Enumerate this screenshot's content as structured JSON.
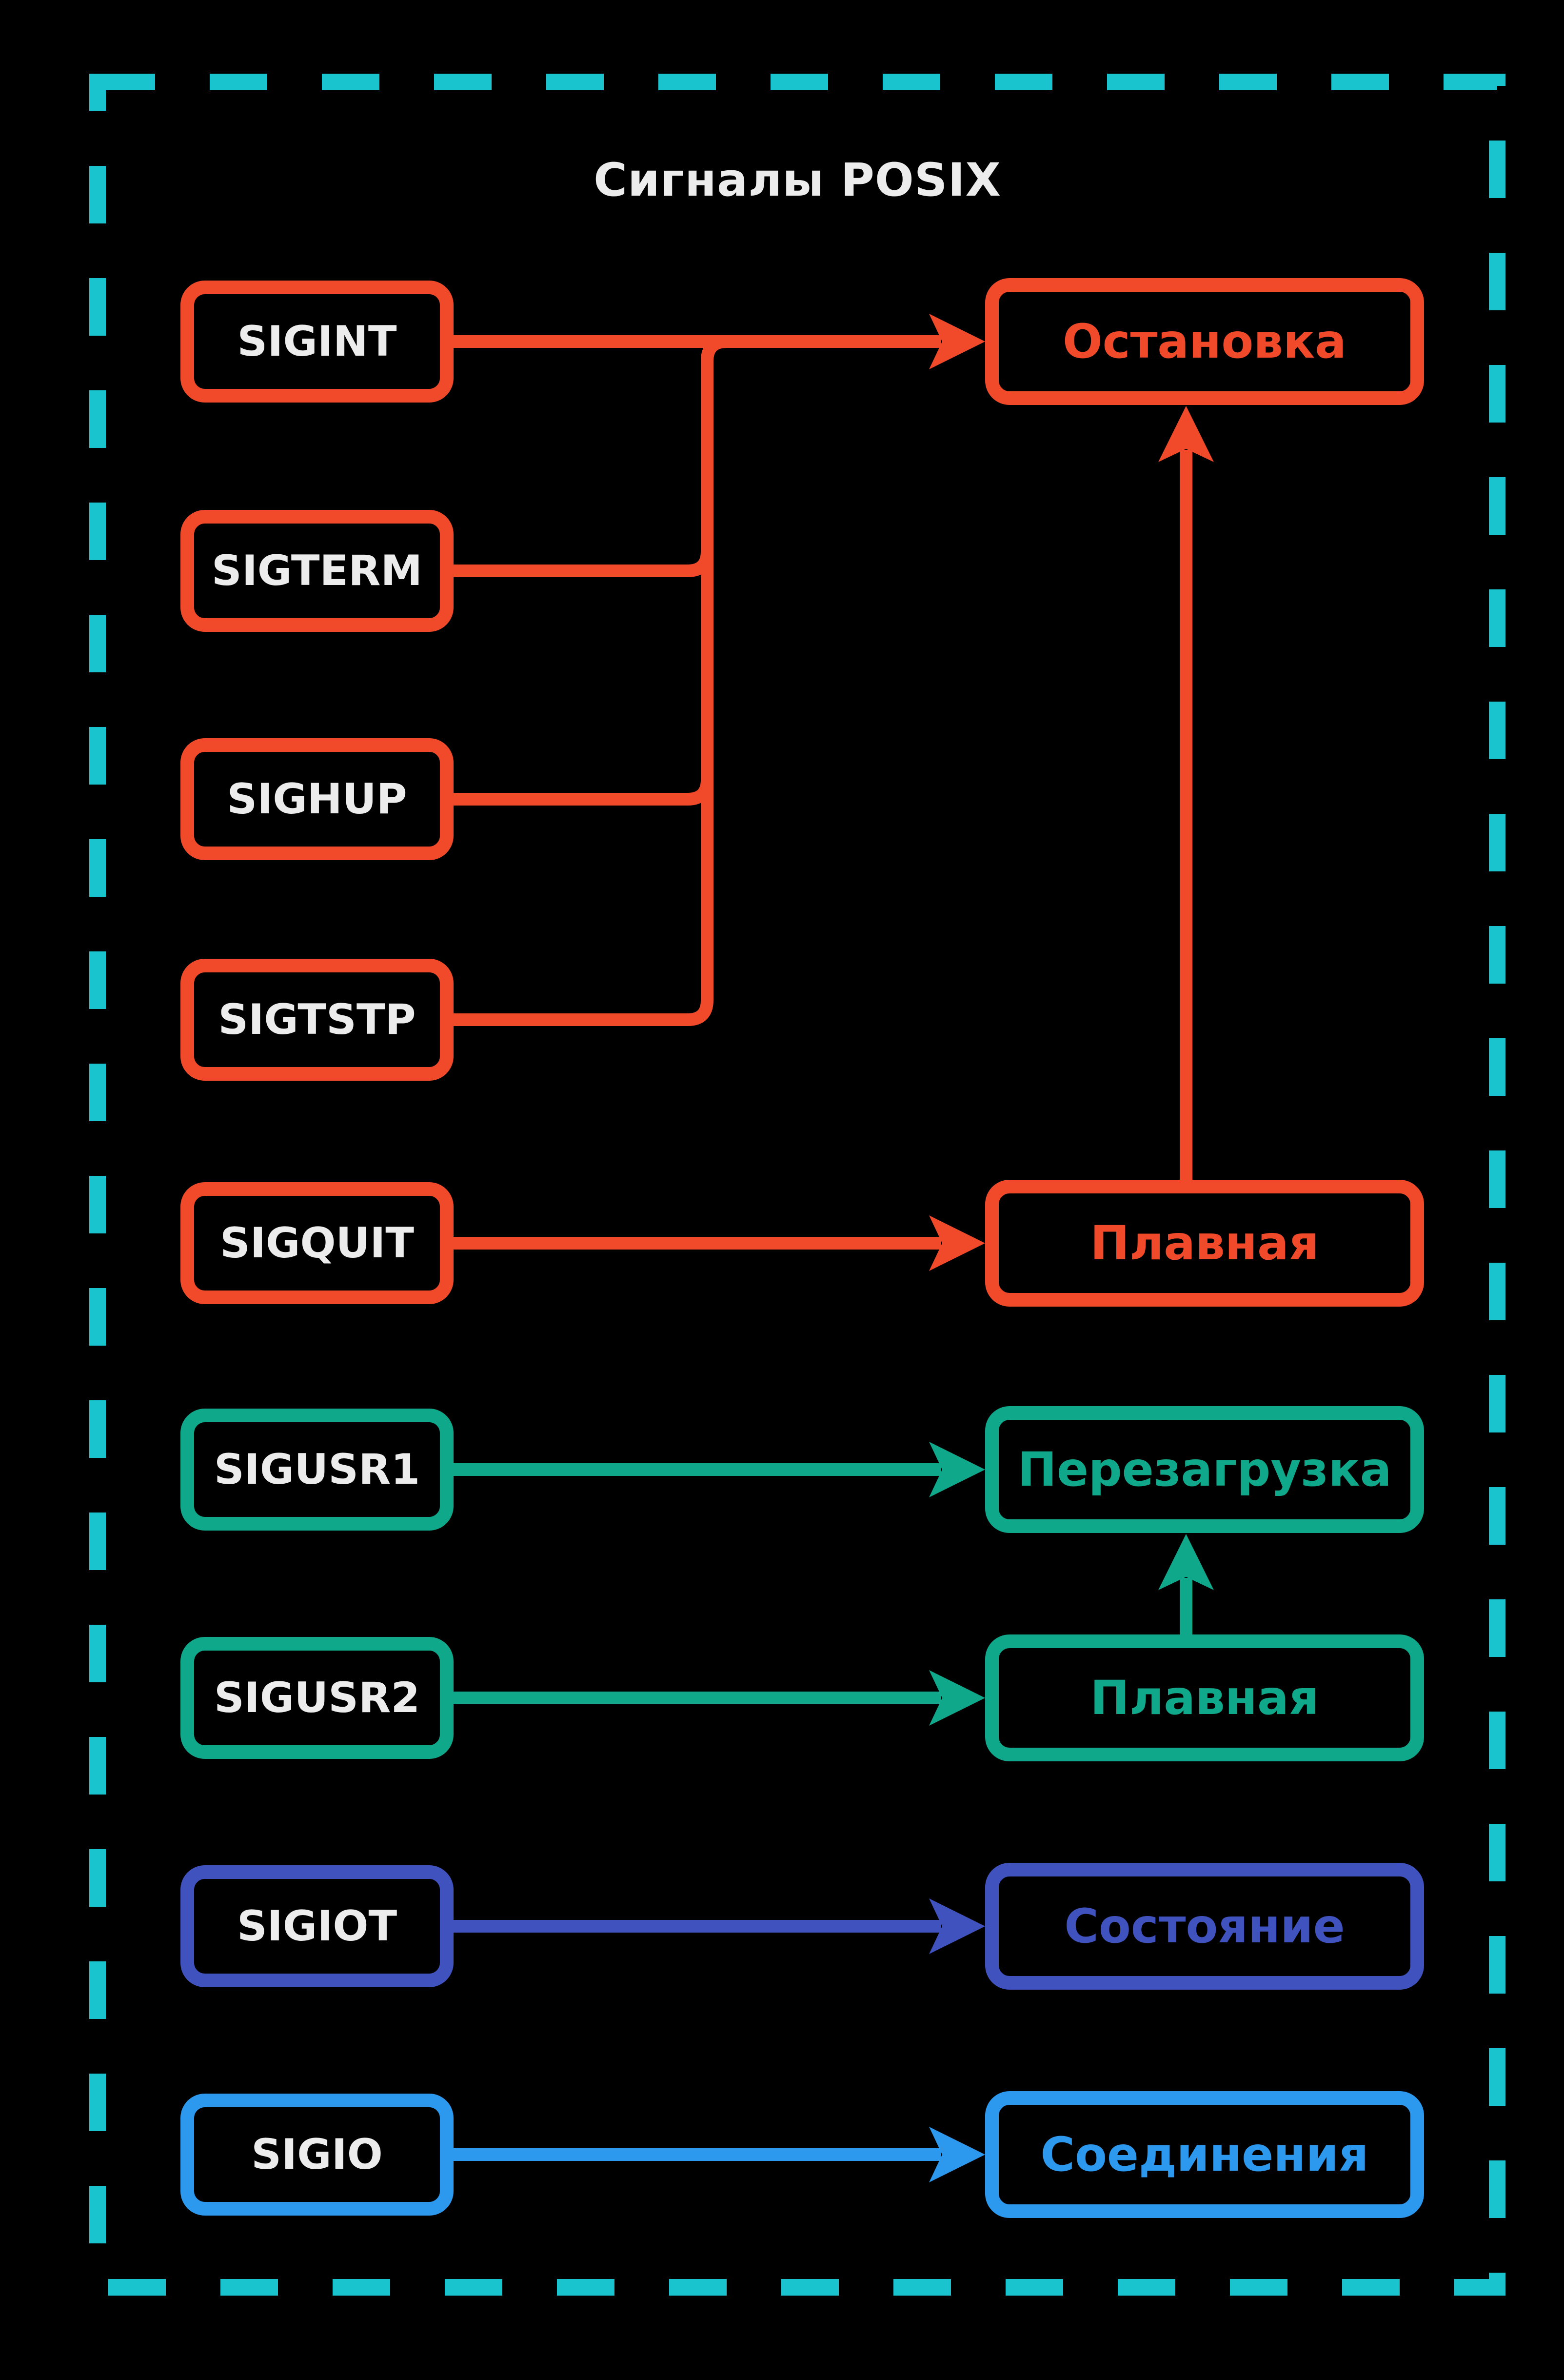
{
  "title": "Сигналы POSIX",
  "palette": {
    "red": "#f04a2b",
    "green": "#10a88a",
    "indigo": "#4052be",
    "blue": "#2d99ee",
    "frame_teal": "#1ac4ce",
    "signal_label_text": "#ececec",
    "background": "#000000"
  },
  "diagram": {
    "type": "flowchart",
    "signals": [
      {
        "id": "sigint",
        "label": "SIGINT",
        "color": "red"
      },
      {
        "id": "sigterm",
        "label": "SIGTERM",
        "color": "red"
      },
      {
        "id": "sighup",
        "label": "SIGHUP",
        "color": "red"
      },
      {
        "id": "sigtstp",
        "label": "SIGTSTP",
        "color": "red"
      },
      {
        "id": "sigquit",
        "label": "SIGQUIT",
        "color": "red"
      },
      {
        "id": "sigusr1",
        "label": "SIGUSR1",
        "color": "green"
      },
      {
        "id": "sigusr2",
        "label": "SIGUSR2",
        "color": "green"
      },
      {
        "id": "sigiot",
        "label": "SIGIOT",
        "color": "indigo"
      },
      {
        "id": "sigio",
        "label": "SIGIO",
        "color": "blue"
      }
    ],
    "actions": [
      {
        "id": "stop",
        "label": "Остановка",
        "color": "red"
      },
      {
        "id": "graceful_stop",
        "label": "Плавная",
        "color": "red"
      },
      {
        "id": "reload",
        "label": "Перезагрузка",
        "color": "green"
      },
      {
        "id": "graceful_reload",
        "label": "Плавная",
        "color": "green"
      },
      {
        "id": "state",
        "label": "Состояние",
        "color": "indigo"
      },
      {
        "id": "connections",
        "label": "Соединения",
        "color": "blue"
      }
    ],
    "edges": [
      {
        "from": "sigint",
        "to": "stop",
        "kind": "arrow-right",
        "color": "red"
      },
      {
        "from": "sigterm",
        "to": "stop",
        "kind": "merge-up",
        "color": "red"
      },
      {
        "from": "sighup",
        "to": "stop",
        "kind": "merge-up",
        "color": "red"
      },
      {
        "from": "sigtstp",
        "to": "stop",
        "kind": "merge-up",
        "color": "red"
      },
      {
        "from": "sigquit",
        "to": "graceful_stop",
        "kind": "arrow-right",
        "color": "red"
      },
      {
        "from": "graceful_stop",
        "to": "stop",
        "kind": "arrow-up",
        "color": "red"
      },
      {
        "from": "sigusr1",
        "to": "reload",
        "kind": "arrow-right",
        "color": "green"
      },
      {
        "from": "sigusr2",
        "to": "graceful_reload",
        "kind": "arrow-right",
        "color": "green"
      },
      {
        "from": "graceful_reload",
        "to": "reload",
        "kind": "arrow-up",
        "color": "green"
      },
      {
        "from": "sigiot",
        "to": "state",
        "kind": "arrow-right",
        "color": "indigo"
      },
      {
        "from": "sigio",
        "to": "connections",
        "kind": "arrow-right",
        "color": "blue"
      }
    ]
  }
}
